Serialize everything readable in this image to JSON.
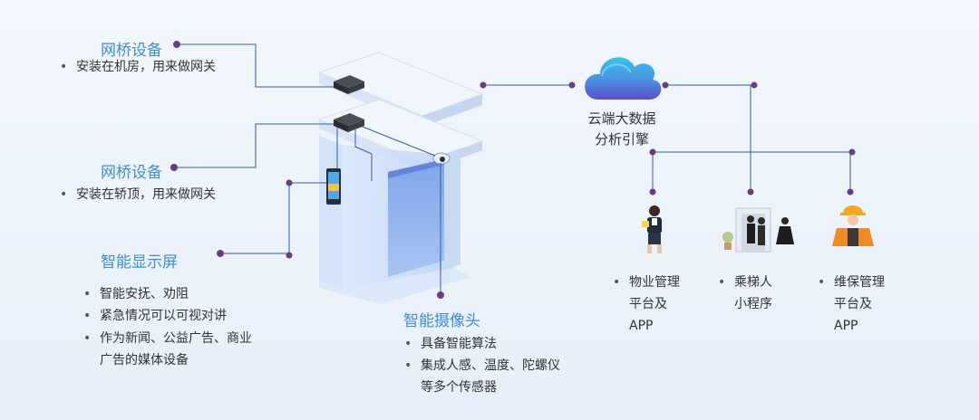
{
  "gateway_top": {
    "title": "网桥设备",
    "bullet": "安装在机房，用来做网关"
  },
  "gateway_mid": {
    "title": "网桥设备",
    "bullet": "安装在轿顶，用来做网关"
  },
  "smart_screen": {
    "title": "智能显示屏",
    "bullets": [
      "智能安抚、劝阻",
      "紧急情况可以可视对讲",
      "作为新闻、公益广告、商业"
    ],
    "continuation": "广告的媒体设备"
  },
  "smart_camera": {
    "title": "智能摄像头",
    "bullets": [
      "具备智能算法",
      "集成人感、温度、陀螺仪"
    ],
    "continuation": "等多个传感器"
  },
  "cloud": {
    "line1": "云端大数据",
    "line2": "分析引擎"
  },
  "endpoints": {
    "property": {
      "line1": "物业管理",
      "line2": "平台及",
      "line3": "APP"
    },
    "passenger": {
      "line1": "乘梯人",
      "line2": "小程序"
    },
    "maintenance": {
      "line1": "维保管理",
      "line2": "平台及",
      "line3": "APP"
    }
  },
  "colors": {
    "title_blue": "#3e8de0",
    "wire_blue": "#2f5fa8",
    "node_purple": "#6a3a86",
    "cloud_dark": "#4a6bd6",
    "cloud_light": "#36c3ef"
  }
}
